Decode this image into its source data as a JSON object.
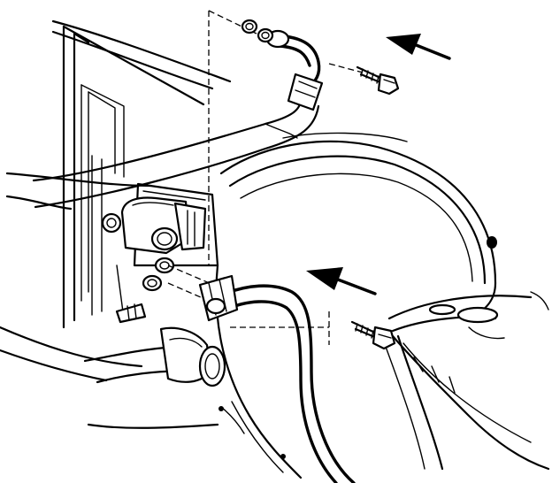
{
  "figure": {
    "parts": [
      "radiator-frame",
      "fan-shroud",
      "condenser-outlet-line",
      "condenser-inlet-line",
      "upper-line-bolt",
      "lower-line-bolt",
      "condenser-fitting-block",
      "lower-radiator-hose"
    ],
    "arrows": [
      "upper-removal-arrow",
      "lower-removal-arrow"
    ]
  }
}
